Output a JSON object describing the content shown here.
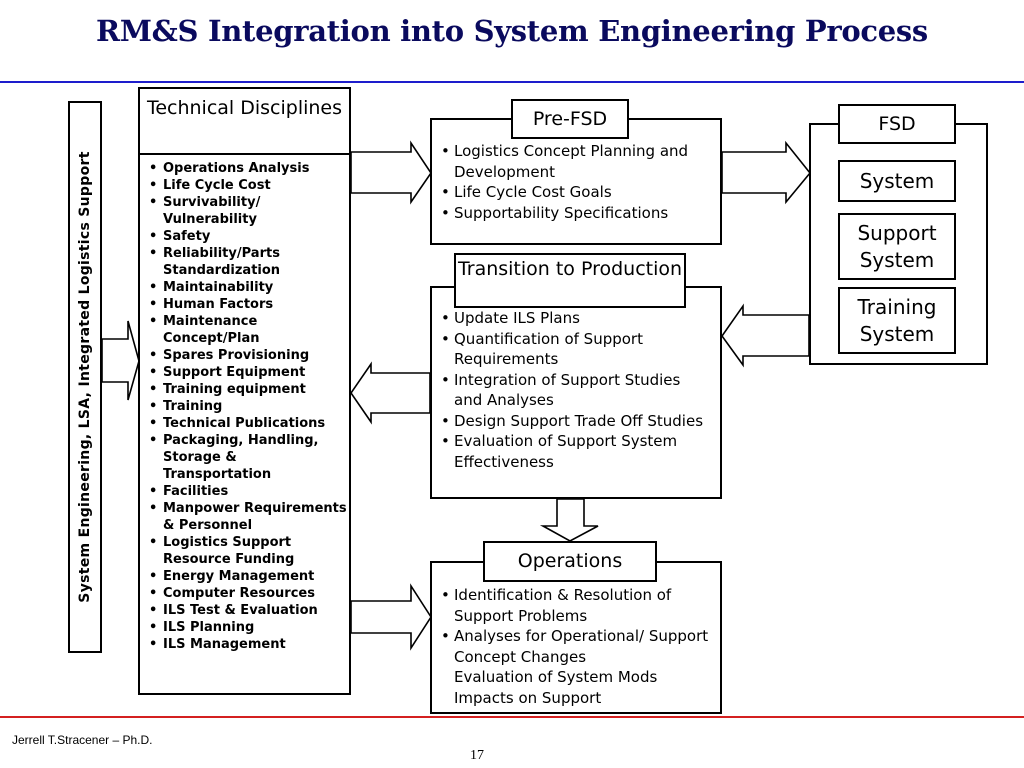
{
  "title": "RM&S Integration into System Engineering Process",
  "vertical_label": "System Engineering, LSA, Integrated Logistics Support",
  "technical": {
    "header": "Technical Disciplines",
    "items": [
      "Operations Analysis",
      "Life Cycle Cost",
      "Survivability/ Vulnerability",
      "Safety",
      "Reliability/Parts Standardization",
      "Maintainability",
      "Human Factors",
      "Maintenance Concept/Plan",
      "Spares Provisioning",
      "Support Equipment",
      "Training equipment",
      "Training",
      "Technical Publications",
      "Packaging, Handling, Storage & Transportation",
      "Facilities",
      "Manpower Requirements & Personnel",
      "Logistics Support Resource Funding",
      "Energy Management",
      "Computer Resources",
      "ILS Test & Evaluation",
      "ILS Planning",
      "ILS Management"
    ]
  },
  "pre_fsd": {
    "label": "Pre-FSD",
    "items": [
      "Logistics Concept Planning and Development",
      "Life Cycle Cost Goals",
      "Supportability Specifications"
    ]
  },
  "transition": {
    "label": "Transition to Production",
    "items": [
      "Update ILS Plans",
      "Quantification of Support Requirements",
      "Integration of Support Studies and Analyses",
      "Design Support Trade Off Studies",
      "Evaluation of Support System Effectiveness"
    ]
  },
  "operations": {
    "label": "Operations",
    "items": [
      "Identification & Resolution of Support Problems",
      "Analyses for Operational/ Support Concept Changes"
    ],
    "note": "Evaluation of System Mods Impacts on Support"
  },
  "fsd": {
    "label": "FSD",
    "system": "System",
    "support_system": "Support System",
    "training_system": "Training System"
  },
  "footer": {
    "author": "Jerrell T.Stracener – Ph.D.",
    "page": "17"
  },
  "colors": {
    "title": "#0a0a5e",
    "top_rule": "#1d1dcc",
    "bottom_rule": "#d42020"
  }
}
